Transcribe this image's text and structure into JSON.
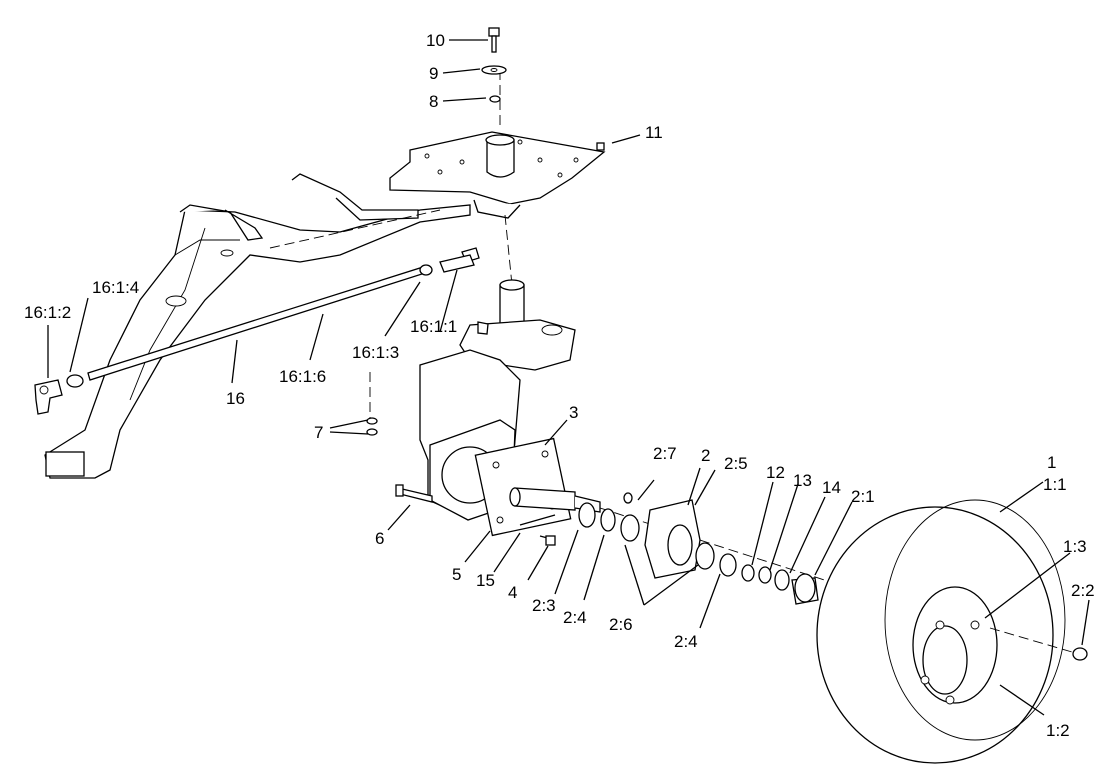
{
  "callouts": {
    "c10": "10",
    "c9": "9",
    "c8": "8",
    "c11": "11",
    "c16_1_4": "16:1:4",
    "c16_1_2": "16:1:2",
    "c16_1_1": "16:1:1",
    "c16_1_3": "16:1:3",
    "c16_1_6": "16:1:6",
    "c16": "16",
    "c7": "7",
    "c3": "3",
    "c6": "6",
    "c5": "5",
    "c15": "15",
    "c4": "4",
    "c2_3": "2:3",
    "c2_4a": "2:4",
    "c2_6": "2:6",
    "c2_4b": "2:4",
    "c2_7": "2:7",
    "c2": "2",
    "c2_5": "2:5",
    "c12": "12",
    "c13": "13",
    "c14": "14",
    "c2_1": "2:1",
    "c1": "1",
    "c1_1": "1:1",
    "c1_3": "1:3",
    "c2_2": "2:2",
    "c1_2": "1:2"
  }
}
